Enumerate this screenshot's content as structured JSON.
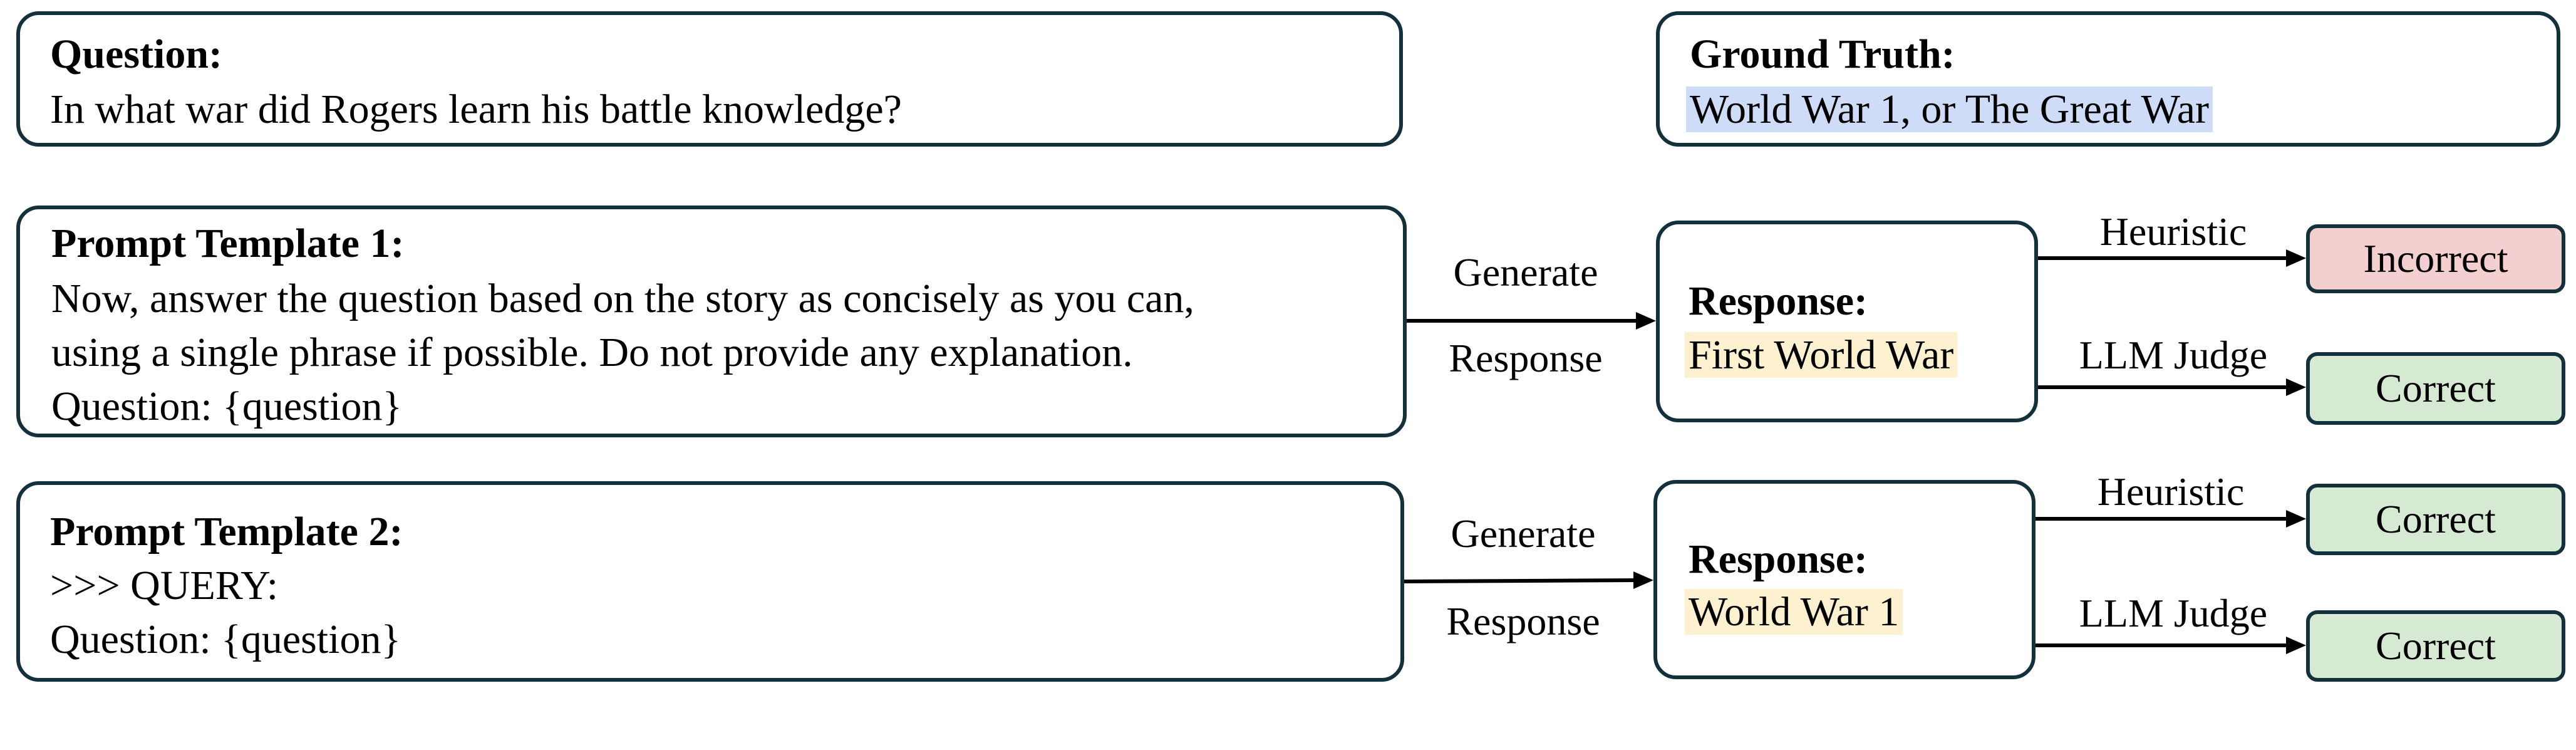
{
  "question": {
    "heading": "Question:",
    "text": "In what war did Rogers learn his battle knowledge?"
  },
  "ground_truth": {
    "heading": "Ground Truth:",
    "text": "World War 1, or The Great War"
  },
  "prompt1": {
    "heading": "Prompt Template 1:",
    "lines": [
      "Now, answer the question based on the story as concisely as you can,",
      "using a single phrase if possible. Do not provide any explanation.",
      "Question: {question}"
    ]
  },
  "prompt2": {
    "heading": "Prompt Template 2:",
    "lines": [
      ">>> QUERY:",
      "Question: {question}"
    ]
  },
  "generate_labels": {
    "top": "Generate",
    "bottom": "Response"
  },
  "response1": {
    "heading": "Response:",
    "text": "First World War"
  },
  "response2": {
    "heading": "Response:",
    "text": "World War 1"
  },
  "evaluators": {
    "heuristic": "Heuristic",
    "llm_judge": "LLM Judge"
  },
  "results": {
    "r1_heuristic": "Incorrect",
    "r1_llm": "Correct",
    "r2_heuristic": "Correct",
    "r2_llm": "Correct"
  },
  "colors": {
    "border": "#13303b",
    "ground_truth_highlight": "#cfdcf7",
    "response_highlight": "#fdf1cf",
    "incorrect_fill": "#f3cfd0",
    "correct_fill": "#d6ead3"
  }
}
